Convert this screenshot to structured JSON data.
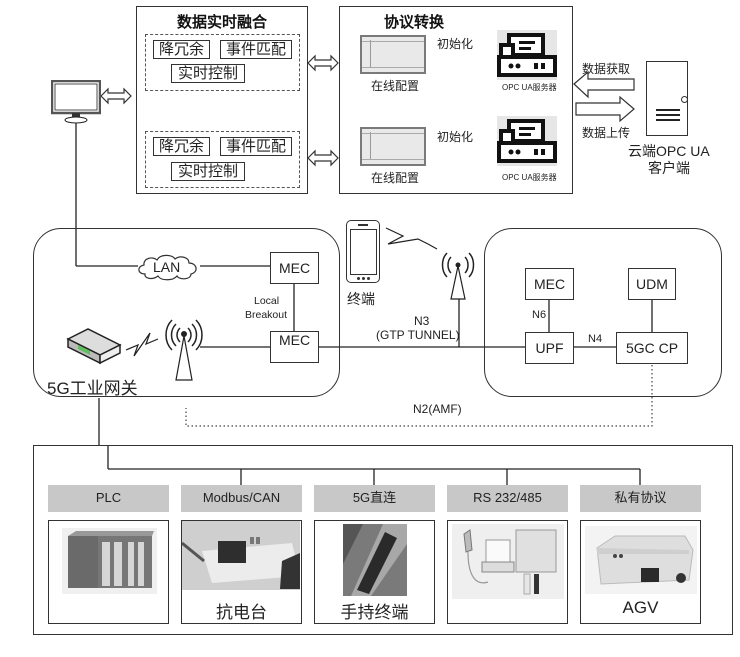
{
  "fusion_panel": {
    "title": "数据实时融合",
    "groups": [
      {
        "dedup": "降冗余",
        "event_match": "事件匹配",
        "realtime_control": "实时控制"
      },
      {
        "dedup": "降冗余",
        "event_match": "事件匹配",
        "realtime_control": "实时控制"
      }
    ]
  },
  "protocol_panel": {
    "title": "协议转换",
    "rows": [
      {
        "config_label": "在线配置",
        "init_label": "初始化",
        "server_label": "OPC UA服务器"
      },
      {
        "config_label": "在线配置",
        "init_label": "初始化",
        "server_label": "OPC UA服务器"
      }
    ]
  },
  "cloud": {
    "fetch_label": "数据获取",
    "upload_label": "数据上传",
    "client_label_line1": "云端OPC UA",
    "client_label_line2": "客户端"
  },
  "edge_network": {
    "lan_label": "LAN",
    "mec_top": "MEC",
    "mec_bottom": "MEC",
    "local_breakout_line1": "Local",
    "local_breakout_line2": "Breakout",
    "gateway_label": "5G工业网关"
  },
  "terminal": {
    "label": "终端",
    "n3_line1": "N3",
    "n3_line2": "(GTP TUNNEL)"
  },
  "core_network": {
    "mec": "MEC",
    "udm": "UDM",
    "upf": "UPF",
    "cp": "5GC CP",
    "n6": "N6",
    "n4": "N4",
    "n2": "N2(AMF)"
  },
  "devices": [
    {
      "category": "PLC",
      "caption": ""
    },
    {
      "category": "Modbus/CAN",
      "caption": "抗电台"
    },
    {
      "category": "5G直连",
      "caption": "手持终端"
    },
    {
      "category": "RS 232/485",
      "caption": ""
    },
    {
      "category": "私有协议",
      "caption": "AGV"
    }
  ]
}
